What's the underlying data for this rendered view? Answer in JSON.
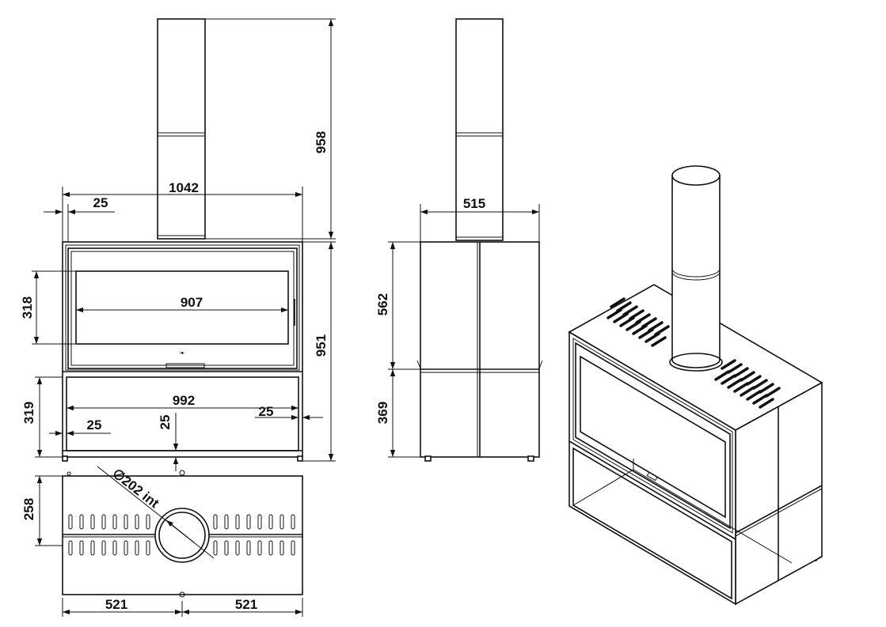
{
  "front": {
    "width": "1042",
    "side_offset": "25",
    "glass_width": "907",
    "glass_height": "318",
    "base_width": "992",
    "base_offset_left": "25",
    "base_offset_right": "25",
    "base_offset_vertical": "25",
    "base_height": "319",
    "body_height": "951",
    "flue_height": "958"
  },
  "side": {
    "depth": "515",
    "upper_height": "562",
    "lower_height": "369"
  },
  "top": {
    "flue_diameter": "∅202 int",
    "depth": "258",
    "half_left": "521",
    "half_right": "521"
  },
  "colors": {
    "line": "#111111",
    "background": "#ffffff"
  }
}
